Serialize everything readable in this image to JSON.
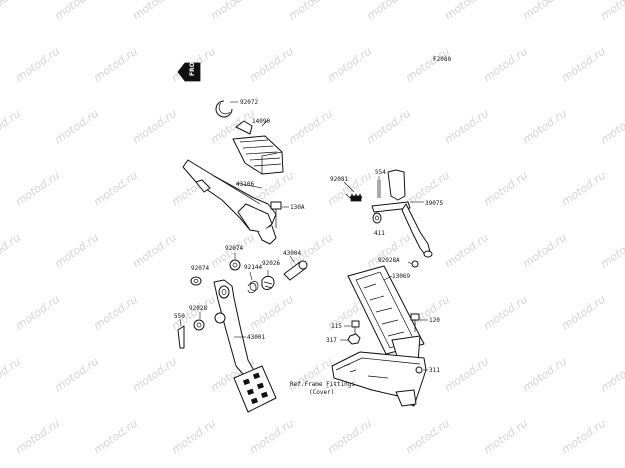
{
  "diagram": {
    "code": "F2080",
    "front_mark": "FRONT",
    "watermark": "motod.ru",
    "labels": {
      "p92072": "92072",
      "p14090": "14090",
      "p43106": "43106",
      "p130A": "130A",
      "p92081": "92081",
      "p554": "554",
      "p411": "411",
      "p39075": "39075",
      "p92074a": "92074",
      "p43004": "43004",
      "p92074b": "92074",
      "p92144": "92144",
      "p92026": "92026",
      "p92028A": "92028A",
      "p13069": "13069",
      "p92028": "92028",
      "p550": "550",
      "p115": "115",
      "p120": "120",
      "p317": "317",
      "p43001": "43001",
      "p311": "311",
      "ref_line1": "Ref.Frame Fittings",
      "ref_line2": "(Cover)"
    }
  }
}
